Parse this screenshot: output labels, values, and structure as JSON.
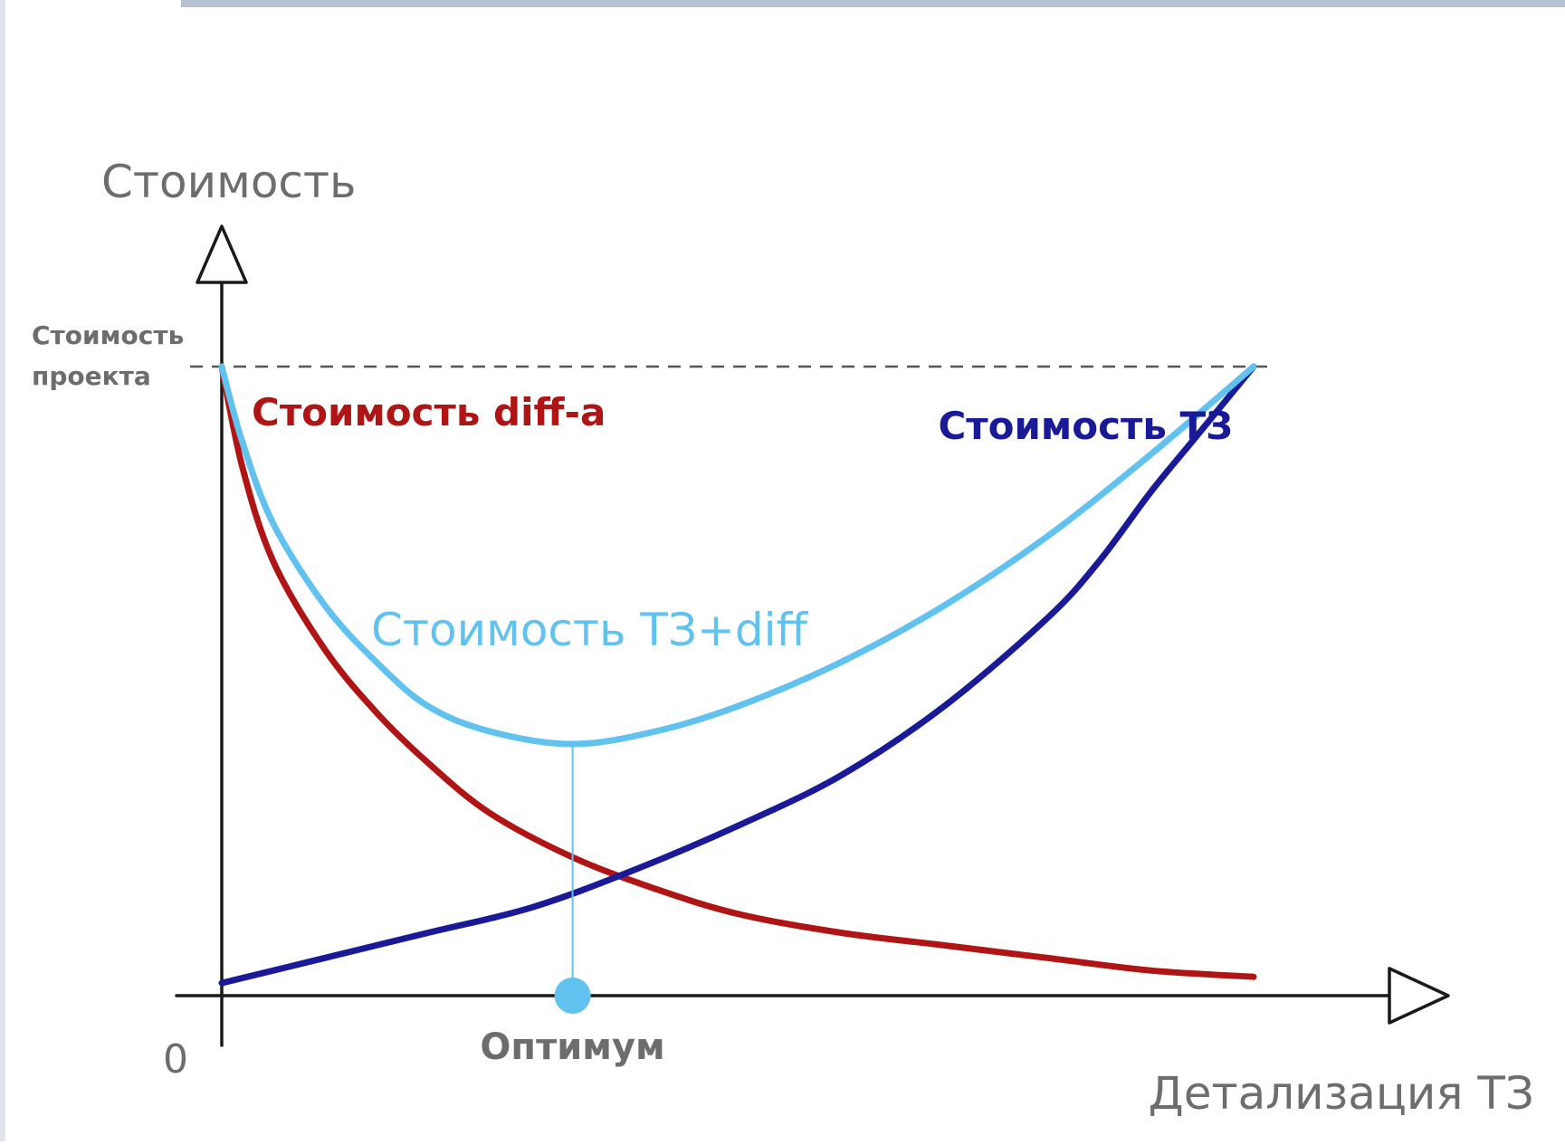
{
  "chart_data": {
    "type": "line",
    "xlabel": "Детализация ТЗ",
    "ylabel": "Стоимость",
    "origin_label": "0",
    "reference_line": {
      "label_line1": "Стоимость",
      "label_line2": "проекта",
      "y": 100
    },
    "optimum": {
      "label": "Оптимум",
      "x": 34,
      "y": 40
    },
    "xlim": [
      0,
      100
    ],
    "ylim": [
      0,
      100
    ],
    "grid": false,
    "series": [
      {
        "name": "Стоимость diff-a",
        "color": "#b01515",
        "x": [
          0,
          2,
          5,
          10,
          15,
          20,
          26,
          34,
          42,
          50,
          60,
          70,
          80,
          90,
          100
        ],
        "y": [
          100,
          84,
          69,
          55,
          45,
          37,
          29,
          22,
          17,
          13,
          10,
          8,
          6,
          4,
          3
        ]
      },
      {
        "name": "Стоимость ТЗ",
        "color": "#1a1a99",
        "x": [
          0,
          10,
          20,
          30,
          40,
          50,
          60,
          70,
          80,
          85,
          90,
          94,
          97,
          99,
          100
        ],
        "y": [
          2,
          6,
          10,
          14,
          20,
          27,
          35,
          46,
          60,
          69,
          80,
          88,
          94,
          98,
          100
        ]
      },
      {
        "name": "Стоимость ТЗ+diff",
        "color": "#62c2ef",
        "x": [
          0,
          2,
          5,
          10,
          15,
          20,
          26,
          34,
          42,
          50,
          60,
          70,
          80,
          90,
          100
        ],
        "y": [
          100,
          88,
          75,
          62,
          53,
          46,
          42,
          40,
          42,
          46,
          53,
          62,
          73,
          86,
          100
        ]
      }
    ]
  }
}
